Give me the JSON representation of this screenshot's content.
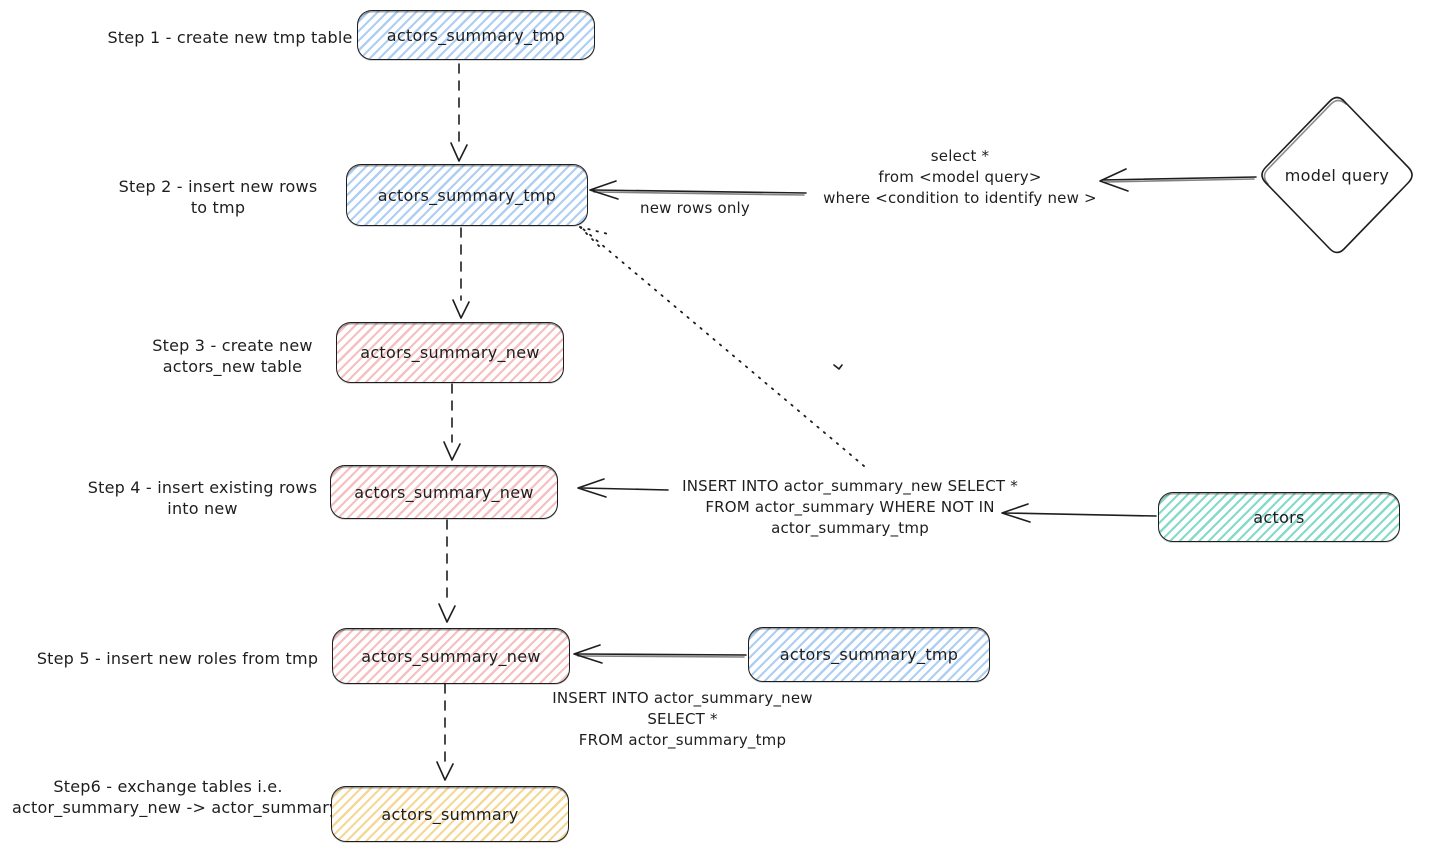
{
  "diagram": {
    "steps": {
      "step1": {
        "line1": "Step 1 - create new tmp table"
      },
      "step2": {
        "line1": "Step 2 - insert new rows",
        "line2": "to tmp"
      },
      "step3": {
        "line1": "Step 3 - create new",
        "line2": "actors_new table"
      },
      "step4": {
        "line1": "Step 4 - insert existing rows",
        "line2": "into new"
      },
      "step5": {
        "line1": "Step 5 - insert new roles from tmp"
      },
      "step6": {
        "line1": "Step6 - exchange tables i.e.",
        "line2": "actor_summary_new -> actor_summary"
      }
    },
    "nodes": {
      "tmp1": {
        "label": "actors_summary_tmp"
      },
      "tmp2": {
        "label": "actors_summary_tmp"
      },
      "new1": {
        "label": "actors_summary_new"
      },
      "new2": {
        "label": "actors_summary_new"
      },
      "new3": {
        "label": "actors_summary_new"
      },
      "tmp3": {
        "label": "actors_summary_tmp"
      },
      "summary": {
        "label": "actors_summary"
      },
      "actors": {
        "label": "actors"
      },
      "model_query": {
        "label": "model query"
      }
    },
    "annotations": {
      "select_query": {
        "line1": "select *",
        "line2": "from <model query>",
        "line3": "where <condition to identify new >"
      },
      "new_rows_only": "new rows only",
      "insert_step4": {
        "line1": "INSERT INTO actor_summary_new SELECT *",
        "line2": "FROM actor_summary WHERE NOT IN",
        "line3": "actor_summary_tmp"
      },
      "insert_step5": {
        "line1": "INSERT INTO actor_summary_new",
        "line2": "SELECT *",
        "line3": "FROM actor_summary_tmp"
      }
    },
    "colors": {
      "stroke": "#1e1e1e",
      "blue_fill": "#a5d8ff",
      "pink_fill": "#ffc9c9",
      "teal_fill": "#63e6be",
      "yellow_fill": "#ffd43b",
      "background": "#ffffff"
    }
  }
}
